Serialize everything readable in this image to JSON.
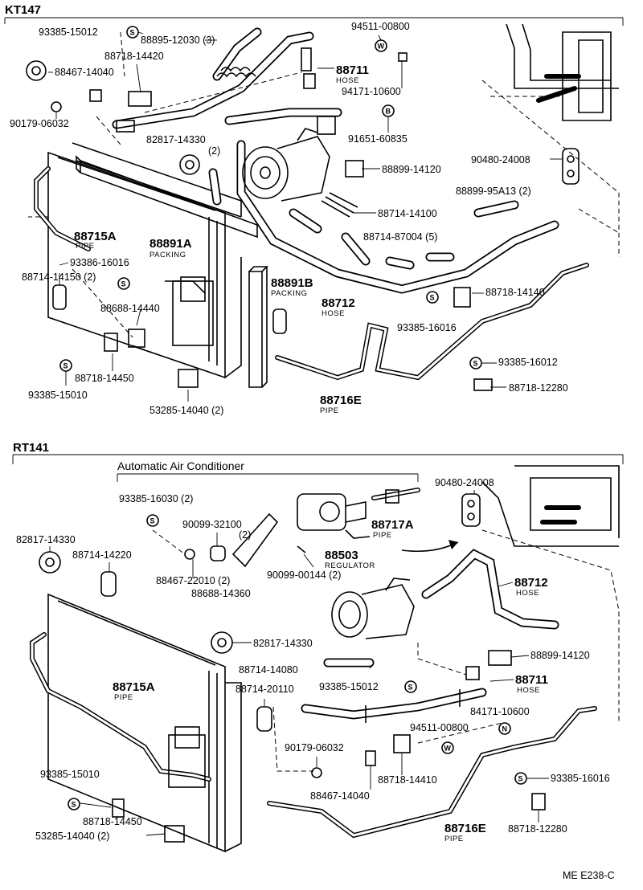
{
  "sections": {
    "top": "KT147",
    "bottom": "RT141",
    "bottom_sub": "Automatic Air Conditioner"
  },
  "footer_code": "ME E238-C",
  "markers": {
    "S": "S",
    "W": "W",
    "B": "B",
    "N": "N"
  },
  "top_labels": {
    "l1": "93385-15012",
    "l2": "88895-12030 (3)",
    "l3": "94511-00800",
    "l4": "88718-14420",
    "l5": "88467-14040",
    "l6": "88711",
    "l6s": "HOSE",
    "l7": "94171-10600",
    "l8": "90179-06032",
    "l9": "91651-60835",
    "l10": "82817-14330",
    "l10b": "(2)",
    "l11": "90480-24008",
    "l12": "88899-14120",
    "l13": "88899-95A13 (2)",
    "l14": "88714-14100",
    "l15": "88715A",
    "l15s": "PIPE",
    "l16": "88891A",
    "l16s": "PACKING",
    "l17": "88714-87004 (5)",
    "l18": "93386-16016",
    "l19": "88714-14150 (2)",
    "l20": "88891B",
    "l20s": "PACKING",
    "l21": "88712",
    "l21s": "HOSE",
    "l22": "88718-14140",
    "l23": "88688-14440",
    "l24": "93385-16016",
    "l25": "88718-14450",
    "l26": "93385-16012",
    "l27": "93385-15010",
    "l28": "88718-12280",
    "l29": "88716E",
    "l29s": "PIPE",
    "l30": "53285-14040 (2)"
  },
  "bottom_labels": {
    "b1": "93385-16030 (2)",
    "b2": "90480-24008",
    "b3": "90099-32100",
    "b3b": "(2)",
    "b4": "88717A",
    "b4s": "PIPE",
    "b5": "82817-14330",
    "b6": "88714-14220",
    "b7": "88503",
    "b7s": "REGULATOR",
    "b8": "88467-22010 (2)",
    "b9": "90099-00144 (2)",
    "b10": "88688-14360",
    "b11": "88712",
    "b11s": "HOSE",
    "b12": "82817-14330",
    "b13": "88899-14120",
    "b14": "88714-14080",
    "b15": "88711",
    "b15s": "HOSE",
    "b16": "88715A",
    "b16s": "PIPE",
    "b17": "88714-20110",
    "b18": "93385-15012",
    "b19": "84171-10600",
    "b20": "94511-00800",
    "b21": "90179-06032",
    "b22": "88718-14410",
    "b23": "93385-15010",
    "b24": "88467-14040",
    "b25": "93385-16016",
    "b26": "88718-14450",
    "b27": "88716E",
    "b27s": "PIPE",
    "b28": "53285-14040 (2)",
    "b29": "88718-12280"
  }
}
